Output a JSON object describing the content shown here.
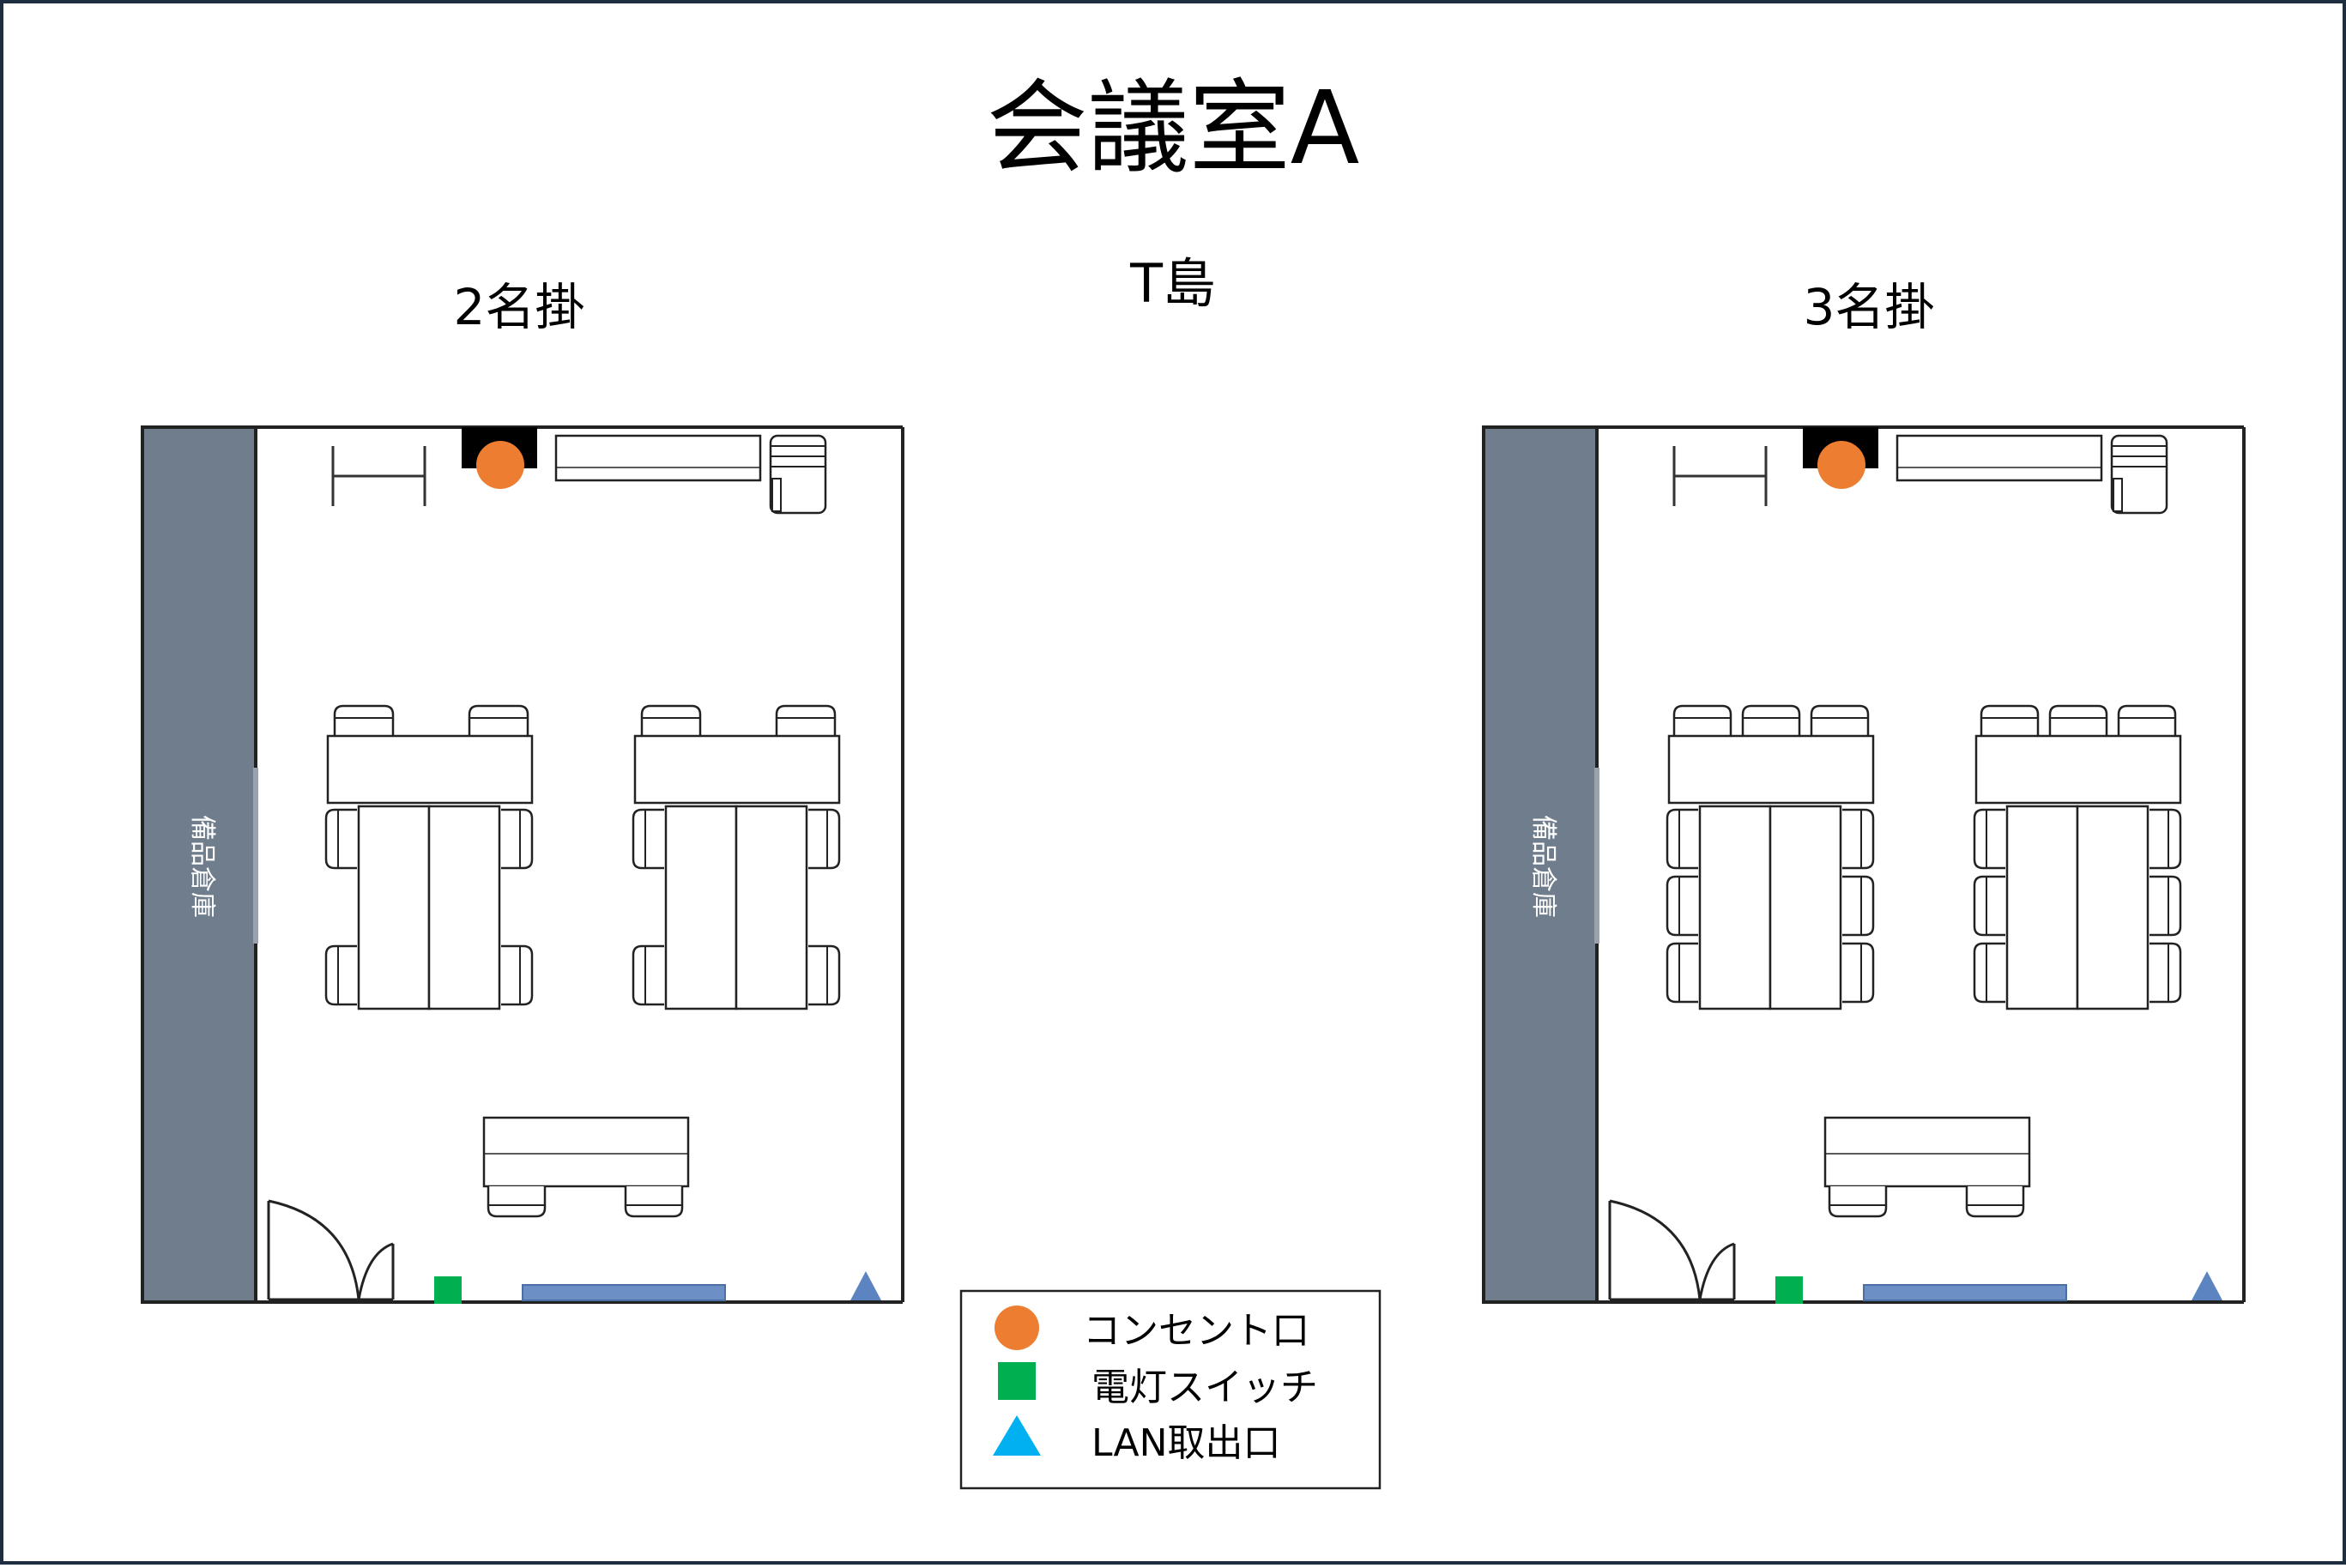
{
  "title": "会議室A",
  "layout_center": "T島",
  "layouts": [
    {
      "label": "2名掛",
      "storage_label": "備品倉庫",
      "chairs_per_side": 2
    },
    {
      "label": "3名掛",
      "storage_label": "備品倉庫",
      "chairs_per_side": 3
    }
  ],
  "legend": [
    {
      "label": "コンセント口",
      "icon": "orange-circle-icon",
      "color": "#ED7D31"
    },
    {
      "label": "電灯スイッチ",
      "icon": "green-square-icon",
      "color": "#00B050"
    },
    {
      "label": "LAN取出口",
      "icon": "blue-triangle-icon",
      "color": "#00B0F0"
    }
  ],
  "colors": {
    "frame": "#1F2D40",
    "storage": "#6F7D8C",
    "outlet": "#ED7D31",
    "switch": "#00B050",
    "lan": "#5B84C1",
    "screen": "#6C8FC6"
  }
}
